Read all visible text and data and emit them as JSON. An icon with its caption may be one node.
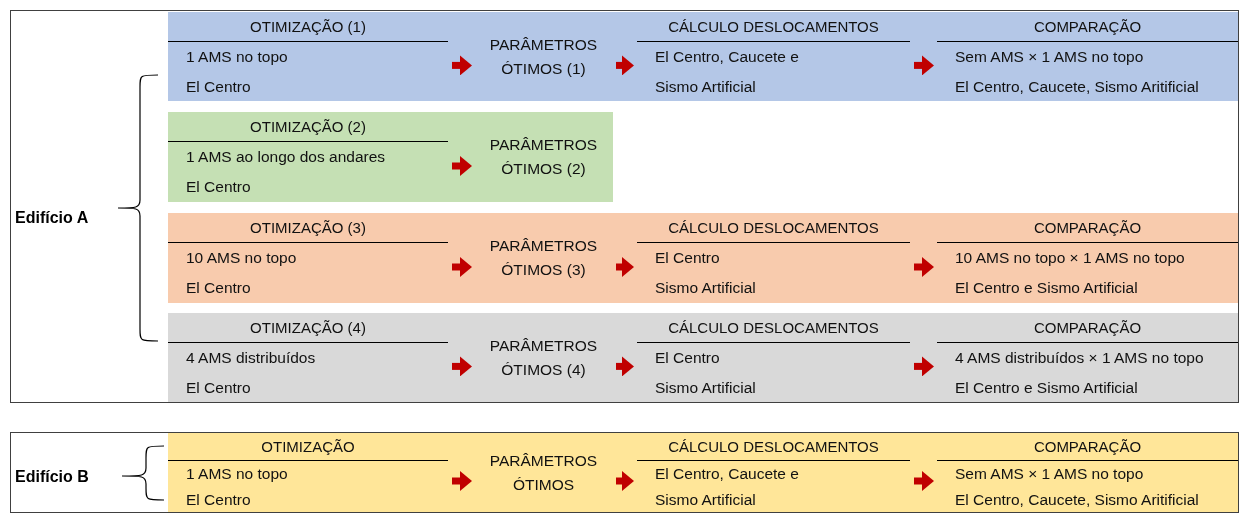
{
  "diagram": {
    "nodes": [
      {
        "text": [
          "Edifício A"
        ]
      },
      {
        "text": [],
        "shape": "box",
        "in": 0
      },
      {
        "text": [
          "OTIMIZAÇÃO (1)",
          "1 AMS no topo",
          "El Centro"
        ],
        "in": 1
      },
      {
        "text": [
          "PARÂMETROS ÓTIMOS (1)"
        ],
        "in": 1
      },
      {
        "text": [
          "CÁLCULO DESLOCAMENTOS",
          "El Centro, Caucete e",
          "Sismo Artificial"
        ],
        "in": 1
      },
      {
        "text": [
          "COMPARAÇÃO",
          "Sem AMS × 1 AMS no topo",
          "El Centro, Caucete, Sismo Aritificial"
        ],
        "in": 1
      },
      {
        "text": [],
        "shape": "box",
        "in": 0
      },
      {
        "text": [
          "OTIMIZAÇÃO (2)",
          "1 AMS ao longo dos andares",
          "El Centro"
        ],
        "in": 6
      },
      {
        "text": [
          "PARÂMETROS ÓTIMOS (2)"
        ],
        "in": 6
      },
      {
        "text": [],
        "shape": "box",
        "in": 0
      },
      {
        "text": [
          "OTIMIZAÇÃO (3)",
          "10 AMS no topo",
          "El Centro"
        ],
        "in": 9
      },
      {
        "text": [
          "PARÂMETROS ÓTIMOS (3)"
        ],
        "in": 9
      },
      {
        "text": [
          "CÁLCULO DESLOCAMENTOS",
          "El Centro",
          "Sismo Artificial"
        ],
        "in": 9
      },
      {
        "text": [
          "COMPARAÇÃO",
          "10 AMS no topo × 1 AMS no topo",
          "El Centro e Sismo Artificial"
        ],
        "in": 9
      },
      {
        "text": [],
        "shape": "box",
        "in": 0
      },
      {
        "text": [
          "OTIMIZAÇÃO (4)",
          "4 AMS distribuídos",
          "El Centro"
        ],
        "in": 14
      },
      {
        "text": [
          "PARÂMETROS ÓTIMOS (4)"
        ],
        "in": 14
      },
      {
        "text": [
          "CÁLCULO DESLOCAMENTOS",
          "El Centro",
          "Sismo Artificial"
        ],
        "in": 14
      },
      {
        "text": [
          "COMPARAÇÃO",
          "4 AMS distribuídos × 1 AMS no topo",
          "El Centro e Sismo Artificial"
        ],
        "in": 14
      },
      {
        "text": [
          "Edifício B"
        ]
      },
      {
        "text": [],
        "shape": "box",
        "in": 19
      },
      {
        "text": [
          "OTIMIZAÇÃO",
          "1 AMS no topo",
          "El Centro"
        ],
        "in": 20
      },
      {
        "text": [
          "PARÂMETROS ÓTIMOS"
        ],
        "in": 20
      },
      {
        "text": [
          "CÁLCULO DESLOCAMENTOS",
          "El Centro, Caucete e",
          "Sismo Artificial"
        ],
        "in": 20
      },
      {
        "text": [
          "COMPARAÇÃO",
          "Sem AMS × 1 AMS no topo",
          "El Centro, Caucete, Sismo Aritificial"
        ],
        "in": 20
      }
    ],
    "edges": [
      {
        "from": 2,
        "to": 3,
        "arrow": "to"
      },
      {
        "from": 3,
        "to": 4,
        "arrow": "to"
      },
      {
        "from": 4,
        "to": 5,
        "arrow": "to"
      },
      {
        "from": 7,
        "to": 8,
        "arrow": "to"
      },
      {
        "from": 10,
        "to": 11,
        "arrow": "to"
      },
      {
        "from": 11,
        "to": 12,
        "arrow": "to"
      },
      {
        "from": 12,
        "to": 13,
        "arrow": "to"
      },
      {
        "from": 15,
        "to": 16,
        "arrow": "to"
      },
      {
        "from": 16,
        "to": 17,
        "arrow": "to"
      },
      {
        "from": 17,
        "to": 18,
        "arrow": "to"
      },
      {
        "from": 21,
        "to": 22,
        "arrow": "to"
      },
      {
        "from": 22,
        "to": 23,
        "arrow": "to"
      },
      {
        "from": 23,
        "to": 24,
        "arrow": "to"
      }
    ]
  }
}
